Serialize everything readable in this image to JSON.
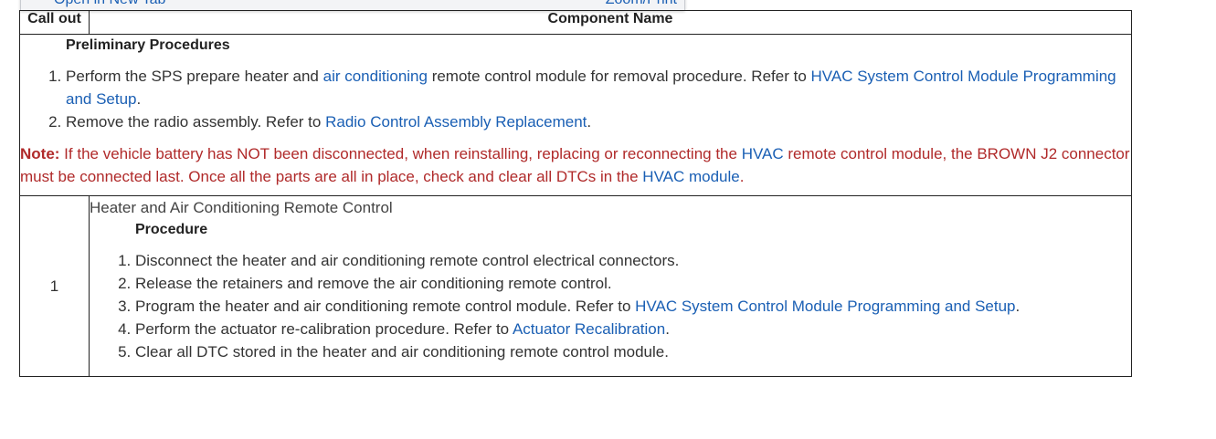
{
  "popup": {
    "open_tab": "Open in New Tab",
    "zoom_print": "Zoom/Print"
  },
  "header": {
    "callout": "Call out",
    "component": "Component Name"
  },
  "prelim": {
    "title": "Preliminary Procedures",
    "step1": {
      "a": "Perform the SPS prepare heater and ",
      "link1": "air conditioning",
      "b": " remote control module for removal procedure. Refer to ",
      "link2": "HVAC System Control Module Programming and Setup",
      "c": "."
    },
    "step2": {
      "a": "Remove the radio assembly. Refer to ",
      "link": "Radio Control Assembly Replacement",
      "c": "."
    },
    "note": {
      "label": "Note:",
      "a": " If the vehicle battery has NOT been disconnected, when reinstalling, replacing or reconnecting the ",
      "link1": "HVAC",
      "b": " remote control module, the BROWN J2 connector must be connected last. Once all the parts are all in place, check and clear all DTCs in the ",
      "link2": "HVAC module",
      "c": "."
    }
  },
  "row1": {
    "callout": "1",
    "name": "Heater and Air Conditioning Remote Control",
    "proc_title": "Procedure",
    "s1": "Disconnect the heater and air conditioning remote control electrical connectors.",
    "s2": "Release the retainers and remove the air conditioning remote control.",
    "s3": {
      "a": "Program the heater and air conditioning remote control module. Refer to ",
      "link": "HVAC System Control Module Programming and Setup",
      "c": "."
    },
    "s4": {
      "a": "Perform the actuator re-calibration procedure. Refer to ",
      "link": "Actuator Recalibration",
      "c": "."
    },
    "s5": "Clear all DTC stored in the heater and air conditioning remote control module."
  },
  "colors": {
    "link": "#1a5fb4",
    "note": "#b02a2a"
  }
}
